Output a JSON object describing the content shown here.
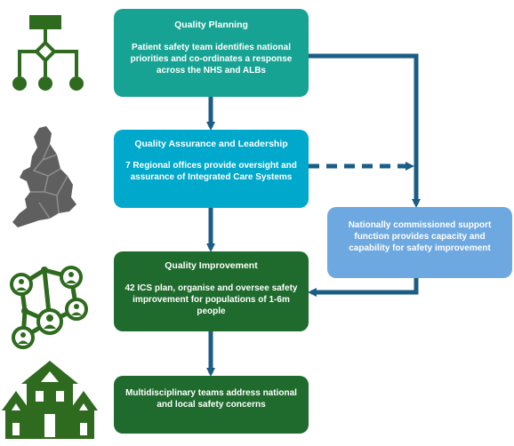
{
  "boxes": {
    "quality_planning": {
      "title": "Quality Planning",
      "body": "Patient safety team identifies national priorities and co-ordinates a response across the NHS and ALBs",
      "color": "#17a393"
    },
    "quality_assurance": {
      "title": "Quality Assurance and Leadership",
      "body": "7 Regional offices provide oversight and assurance of Integrated Care Systems",
      "color": "#00a8cc"
    },
    "quality_improvement": {
      "title": "Quality Improvement",
      "body": "42 ICS plan, organise and oversee safety improvement for populations of 1-6m people",
      "color": "#1f6b2d"
    },
    "multidisciplinary": {
      "body": "Multidisciplinary teams address national and local safety concerns",
      "color": "#1f6b2d"
    },
    "national_support": {
      "body": "Nationally commissioned support function provides capacity and capability for safety improvement",
      "color": "#6ea8e0"
    }
  },
  "arrows": {
    "color": "#1b5e85"
  },
  "icons": {
    "planning": "hierarchy-decision-icon",
    "assurance": "england-regions-map-icon",
    "improvement": "people-network-icon",
    "teams": "houses-icon"
  },
  "icon_color": "#2e6b1f"
}
